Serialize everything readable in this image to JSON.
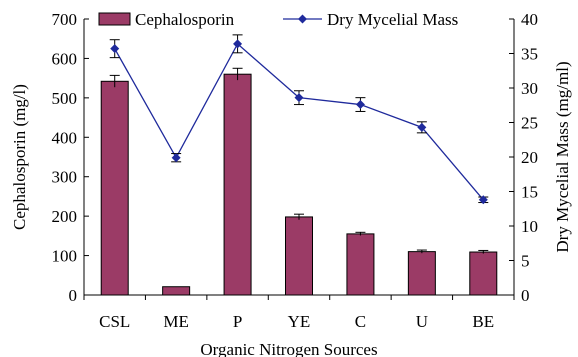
{
  "chart_data": {
    "type": "bar",
    "title": "",
    "xlabel": "Organic Nitrogen Sources",
    "ylabel": "Cephalosporin (mg/l)",
    "y2label": "Dry Mycelial Mass (mg/ml)",
    "categories": [
      "CSL",
      "ME",
      "P",
      "YE",
      "C",
      "U",
      "BE"
    ],
    "ylim": [
      0,
      700
    ],
    "y2lim": [
      0,
      40
    ],
    "yticks": [
      0,
      100,
      200,
      300,
      400,
      500,
      600,
      700
    ],
    "y2ticks": [
      0,
      5,
      10,
      15,
      20,
      25,
      30,
      35,
      40
    ],
    "grid": false,
    "legend_position": "top",
    "series": [
      {
        "name": "Cephalosporin",
        "type": "bar",
        "axis": "left",
        "color": "#9b3b66",
        "values": [
          542,
          21,
          560,
          198,
          155,
          110,
          109
        ],
        "errors": [
          15,
          0,
          15,
          7,
          4,
          4,
          4
        ]
      },
      {
        "name": "Dry Mycelial Mass",
        "type": "line",
        "axis": "right",
        "color": "#1f2a9c",
        "marker": "diamond",
        "values": [
          35.7,
          19.9,
          36.4,
          28.6,
          27.6,
          24.3,
          13.8
        ],
        "errors": [
          1.3,
          0.6,
          1.3,
          1.0,
          1.0,
          0.8,
          0.4
        ]
      }
    ]
  }
}
